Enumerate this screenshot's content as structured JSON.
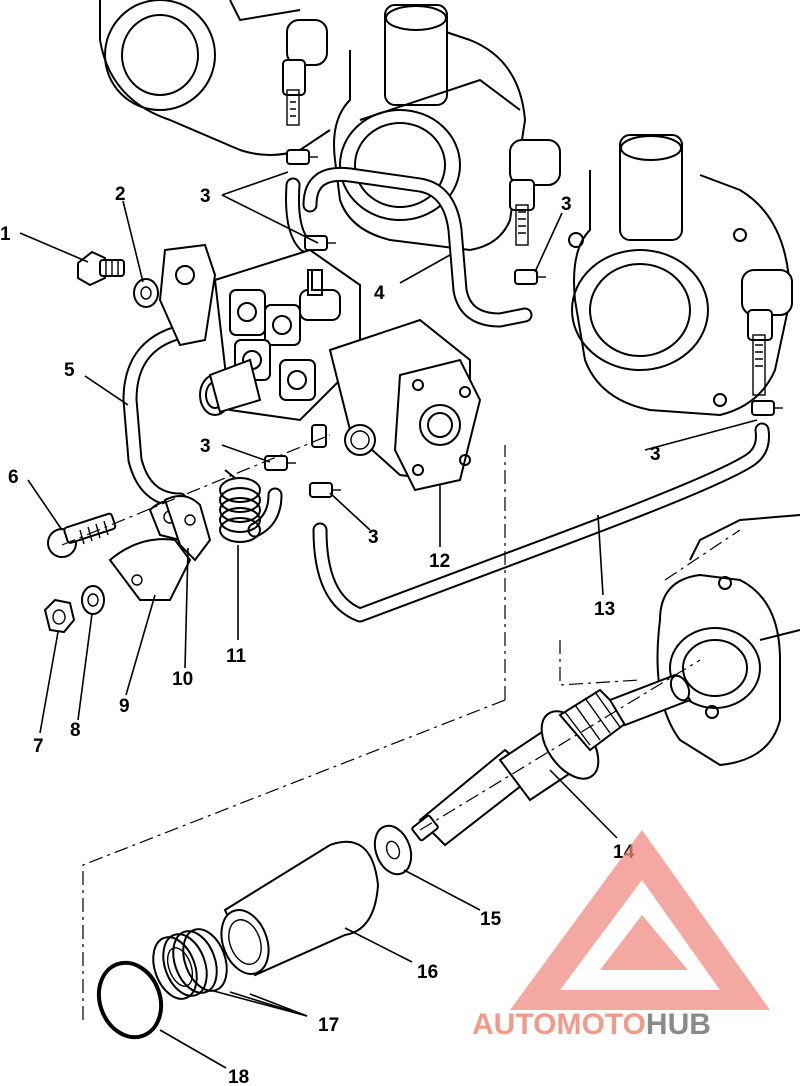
{
  "diagram": {
    "callouts": [
      {
        "id": "c1",
        "label": "1"
      },
      {
        "id": "c2",
        "label": "2"
      },
      {
        "id": "c3a",
        "label": "3"
      },
      {
        "id": "c3b",
        "label": "3"
      },
      {
        "id": "c3c",
        "label": "3"
      },
      {
        "id": "c3d",
        "label": "3"
      },
      {
        "id": "c3e",
        "label": "3"
      },
      {
        "id": "c4",
        "label": "4"
      },
      {
        "id": "c5",
        "label": "5"
      },
      {
        "id": "c6",
        "label": "6"
      },
      {
        "id": "c7",
        "label": "7"
      },
      {
        "id": "c8",
        "label": "8"
      },
      {
        "id": "c9",
        "label": "9"
      },
      {
        "id": "c10",
        "label": "10"
      },
      {
        "id": "c11",
        "label": "11"
      },
      {
        "id": "c12",
        "label": "12"
      },
      {
        "id": "c13",
        "label": "13"
      },
      {
        "id": "c14",
        "label": "14"
      },
      {
        "id": "c15",
        "label": "15"
      },
      {
        "id": "c16",
        "label": "16"
      },
      {
        "id": "c17",
        "label": "17"
      },
      {
        "id": "c18",
        "label": "18"
      }
    ]
  },
  "watermark": {
    "part1": "AUTOMOTO",
    "part2": "HUB",
    "colors": {
      "accent": "#f39a8a",
      "gray": "#8a8a8a",
      "logo": "#f08b82"
    }
  }
}
